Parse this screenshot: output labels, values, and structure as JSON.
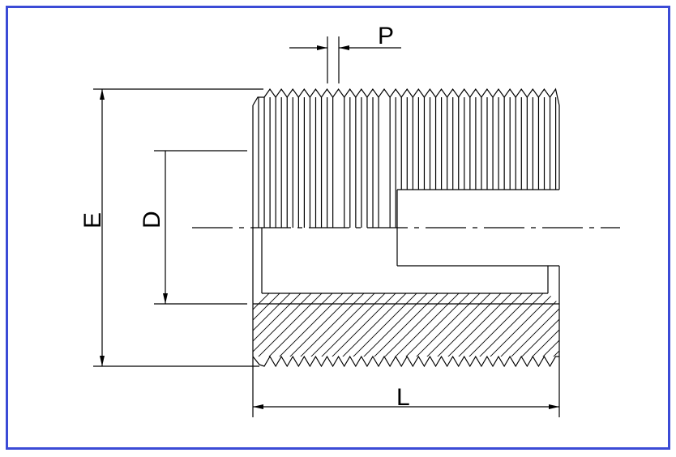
{
  "diagram": {
    "title_hidden": null,
    "labels": {
      "pitch": "P",
      "outer_diameter": "E",
      "inner_diameter": "D",
      "length": "L"
    },
    "colors": {
      "frame": "#3b4bd6",
      "line": "#000000"
    }
  }
}
